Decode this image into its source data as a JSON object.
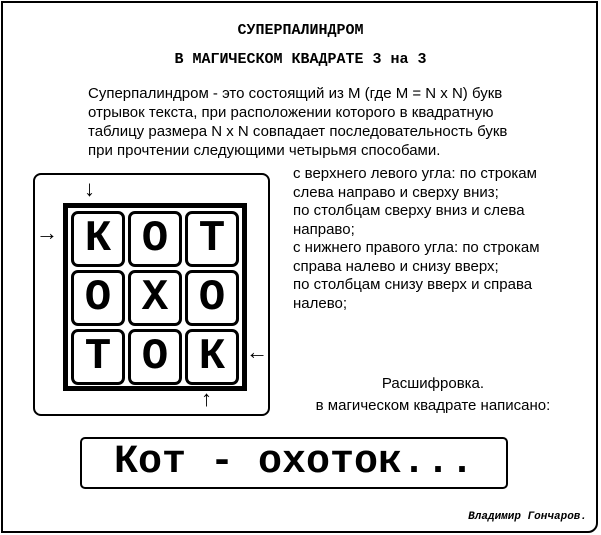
{
  "title": [
    "СУПЕРПАЛИНДРОМ",
    "В МАГИЧЕСКОМ КВАДРАТЕ 3 на 3"
  ],
  "intro": [
    "Суперпалиндром - это состоящий из M (где M = N x N) букв",
    "отрывок текста, при расположении которого в квадратную",
    "таблицу размера N x N совпадает последовательность букв",
    "при прочтении следующими четырьмя способами."
  ],
  "methods": [
    "с верхнего левого угла: по строкам",
    "слева направо и сверху вниз;",
    "по столбцам сверху вниз и слева",
    "направо;",
    "с нижнего правого угла: по строкам",
    "справа налево и снизу вверх;",
    "по столбцам снизу вверх и справа",
    "налево;"
  ],
  "grid": [
    [
      "К",
      "О",
      "Т"
    ],
    [
      "О",
      "Х",
      "О"
    ],
    [
      "Т",
      "О",
      "К"
    ]
  ],
  "arrows": {
    "top": "↓",
    "left": "→",
    "right": "←",
    "bottom": "↑"
  },
  "decode": [
    "Расшифровка.",
    "в магическом квадрате написано:"
  ],
  "answer": "Кот - охоток...",
  "signature": "Владимир Гончаров."
}
